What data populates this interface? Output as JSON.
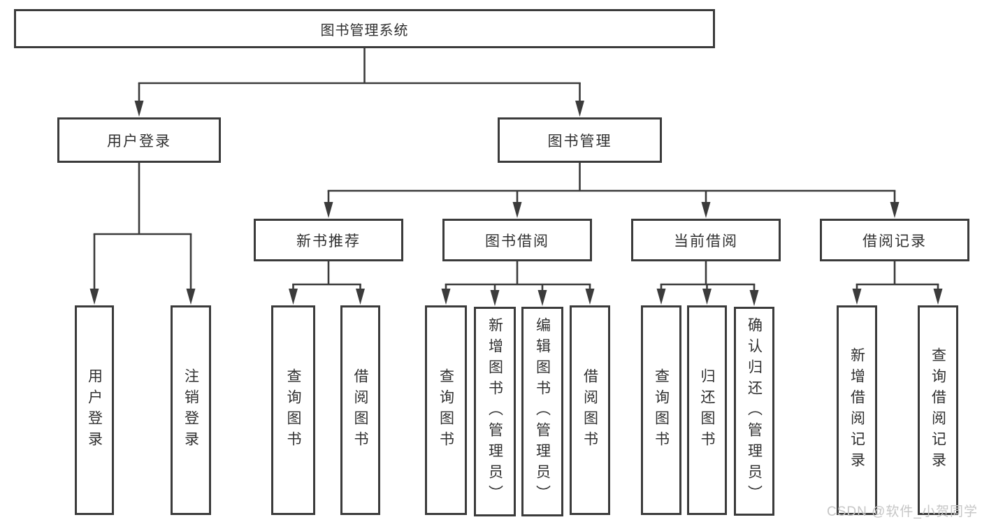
{
  "colors": {
    "line": "#3b3b3b",
    "text": "#303030",
    "background": "#ffffff",
    "watermark": "#c6c6c6"
  },
  "watermark": {
    "text": "CSDN @软件_小贺同学"
  },
  "diagram": {
    "root": {
      "id": "root",
      "label": "图书管理系统",
      "children": [
        {
          "id": "login",
          "label": "用户登录",
          "children": [
            {
              "id": "user-login",
              "label": "用户登录"
            },
            {
              "id": "logout",
              "label": "注销登录"
            }
          ]
        },
        {
          "id": "mgmt",
          "label": "图书管理",
          "children": [
            {
              "id": "new-rec",
              "label": "新书推荐",
              "children": [
                {
                  "id": "q-new",
                  "label": "查询图书"
                },
                {
                  "id": "b-new",
                  "label": "借阅图书"
                }
              ]
            },
            {
              "id": "borrow",
              "label": "图书借阅",
              "children": [
                {
                  "id": "q-borrow",
                  "label": "查询图书"
                },
                {
                  "id": "add-book",
                  "label": "新增图书（管理员）"
                },
                {
                  "id": "edit-book",
                  "label": "编辑图书（管理员）"
                },
                {
                  "id": "b-borrow",
                  "label": "借阅图书"
                }
              ]
            },
            {
              "id": "current",
              "label": "当前借阅",
              "children": [
                {
                  "id": "q-current",
                  "label": "查询图书"
                },
                {
                  "id": "return-book",
                  "label": "归还图书"
                },
                {
                  "id": "confirm-return",
                  "label": "确认归还（管理员）"
                }
              ]
            },
            {
              "id": "records",
              "label": "借阅记录",
              "children": [
                {
                  "id": "add-record",
                  "label": "新增借阅记录"
                },
                {
                  "id": "q-record",
                  "label": "查询借阅记录"
                }
              ]
            }
          ]
        }
      ]
    }
  }
}
